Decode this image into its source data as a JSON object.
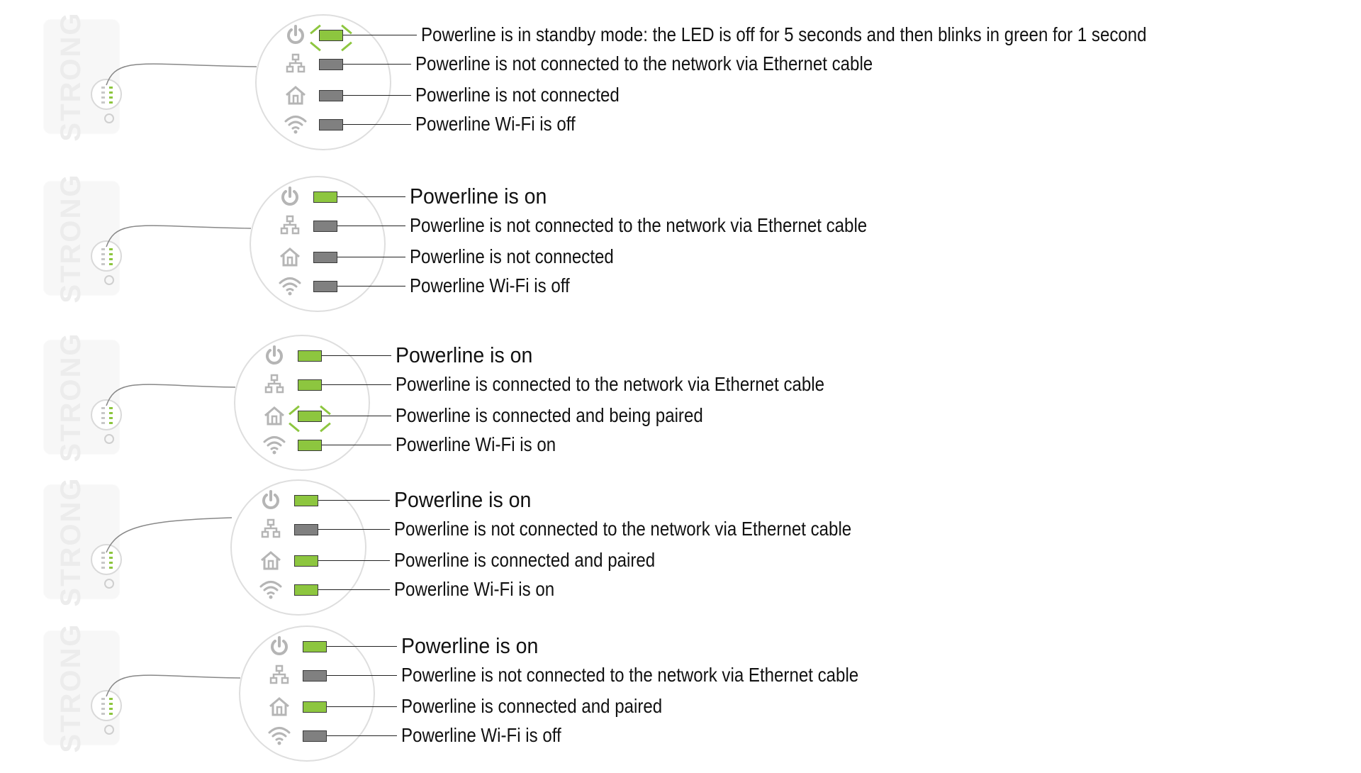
{
  "colors": {
    "led_on": "#8dc63f",
    "led_off": "#808080",
    "icon": "#b5b5b5",
    "brand": "#ececec"
  },
  "device": {
    "brand": "STRONG"
  },
  "icons": [
    "power-icon",
    "ethernet-icon",
    "home-icon",
    "wifi-icon"
  ],
  "panels": [
    {
      "rows": [
        {
          "led": "blink",
          "label": "Powerline is in standby mode: the LED is off for 5 seconds and then blinks in green for 1 second"
        },
        {
          "led": "off",
          "label": "Powerline is not connected to the network via Ethernet cable"
        },
        {
          "led": "off",
          "label": "Powerline is not connected"
        },
        {
          "led": "off",
          "label": "Powerline Wi-Fi is off"
        }
      ]
    },
    {
      "rows": [
        {
          "led": "on",
          "label": "Powerline is on"
        },
        {
          "led": "off",
          "label": "Powerline is not connected to the network via Ethernet cable"
        },
        {
          "led": "off",
          "label": "Powerline is not connected"
        },
        {
          "led": "off",
          "label": "Powerline Wi-Fi is off"
        }
      ]
    },
    {
      "rows": [
        {
          "led": "on",
          "label": "Powerline is on"
        },
        {
          "led": "on",
          "label": "Powerline is connected to the network via Ethernet cable"
        },
        {
          "led": "blink",
          "label": "Powerline is connected and being paired"
        },
        {
          "led": "on",
          "label": "Powerline Wi-Fi is on"
        }
      ]
    },
    {
      "rows": [
        {
          "led": "on",
          "label": "Powerline is on"
        },
        {
          "led": "off",
          "label": "Powerline is not connected to the network via Ethernet cable"
        },
        {
          "led": "on",
          "label": "Powerline is connected and paired"
        },
        {
          "led": "on",
          "label": "Powerline Wi-Fi is on"
        }
      ]
    },
    {
      "rows": [
        {
          "led": "on",
          "label": "Powerline is on"
        },
        {
          "led": "off",
          "label": "Powerline is not connected to the network via Ethernet cable"
        },
        {
          "led": "on",
          "label": "Powerline is connected and paired"
        },
        {
          "led": "off",
          "label": "Powerline Wi-Fi is off"
        }
      ]
    }
  ]
}
